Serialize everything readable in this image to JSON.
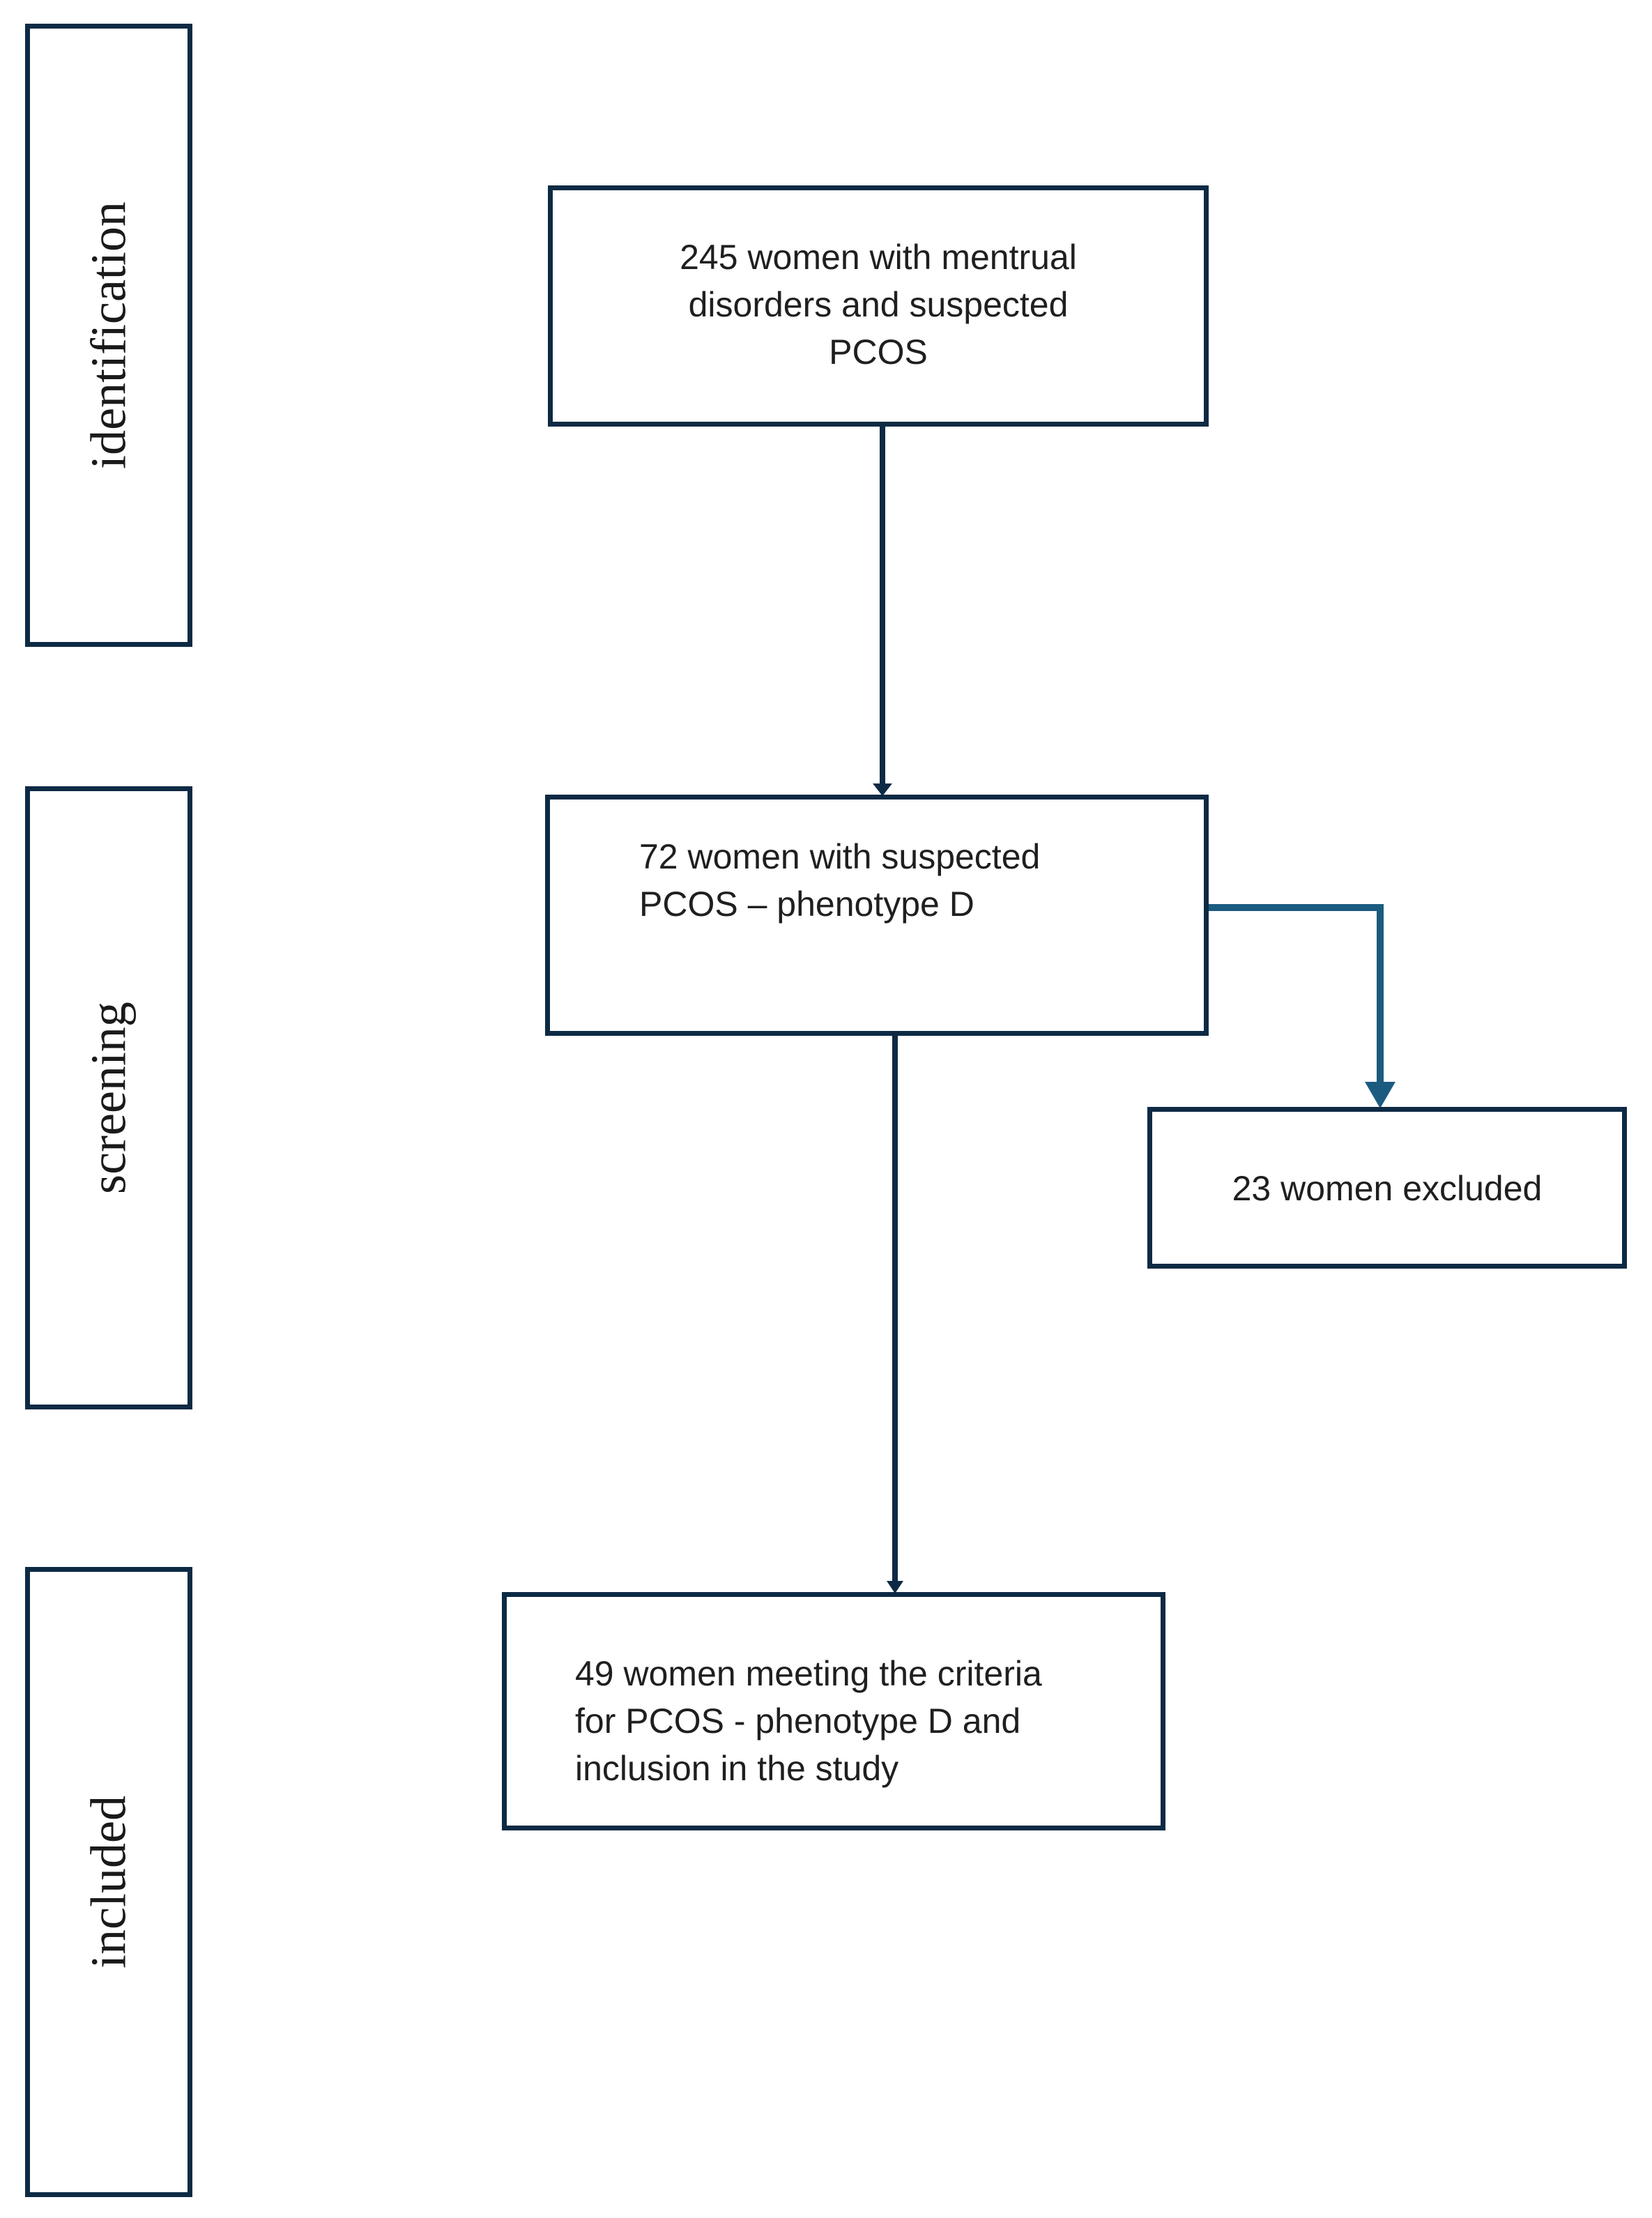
{
  "stages": [
    {
      "id": "identification",
      "label": "identification"
    },
    {
      "id": "screening",
      "label": "screening"
    },
    {
      "id": "included",
      "label": "included"
    }
  ],
  "boxes": {
    "identified": {
      "text": "245 women with mentrual\ndisorders and suspected\nPCOS"
    },
    "screened": {
      "text": "72 women with suspected\nPCOS – phenotype D"
    },
    "excluded": {
      "text": "23 women excluded"
    },
    "included": {
      "text": "49 women meeting the criteria\nfor PCOS - phenotype D and\ninclusion in the study"
    }
  },
  "colors": {
    "border": "#0d2a44",
    "arrow_dark": "#0d2a44",
    "arrow_accent": "#1c5b80"
  }
}
